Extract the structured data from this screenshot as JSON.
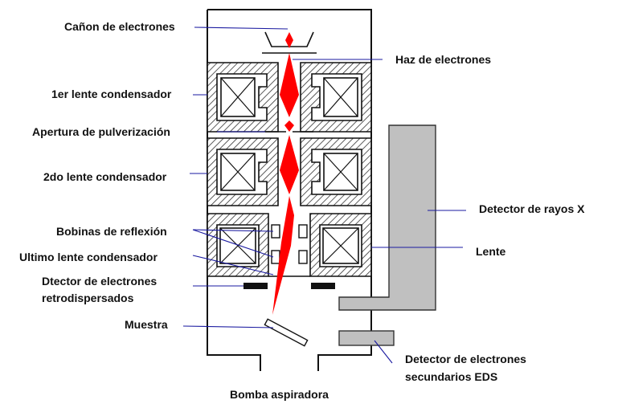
{
  "labels": {
    "electron_gun": "Cañon de electrones",
    "electron_beam": "Haz de electrones",
    "condenser_1": "1er lente condensador",
    "spray_aperture": "Apertura de pulverización",
    "condenser_2": "2do lente condensador",
    "xray_detector": "Detector de rayos X",
    "deflection_coils": "Bobinas de reflexión",
    "lens": "Lente",
    "last_condenser": "Ultimo lente condensador",
    "backscatter_detector_line1": "Dtector de electrones",
    "backscatter_detector_line2": "retrodispersados",
    "sample": "Muestra",
    "secondary_detector_line1": "Detector de electrones",
    "secondary_detector_line2": "secundarios EDS",
    "vacuum_pump": "Bomba aspiradora"
  },
  "colors": {
    "beam": "#ff0000",
    "leader_line": "#1a1aa0",
    "detector_fill": "#c0c0c0",
    "outline": "#111111"
  }
}
